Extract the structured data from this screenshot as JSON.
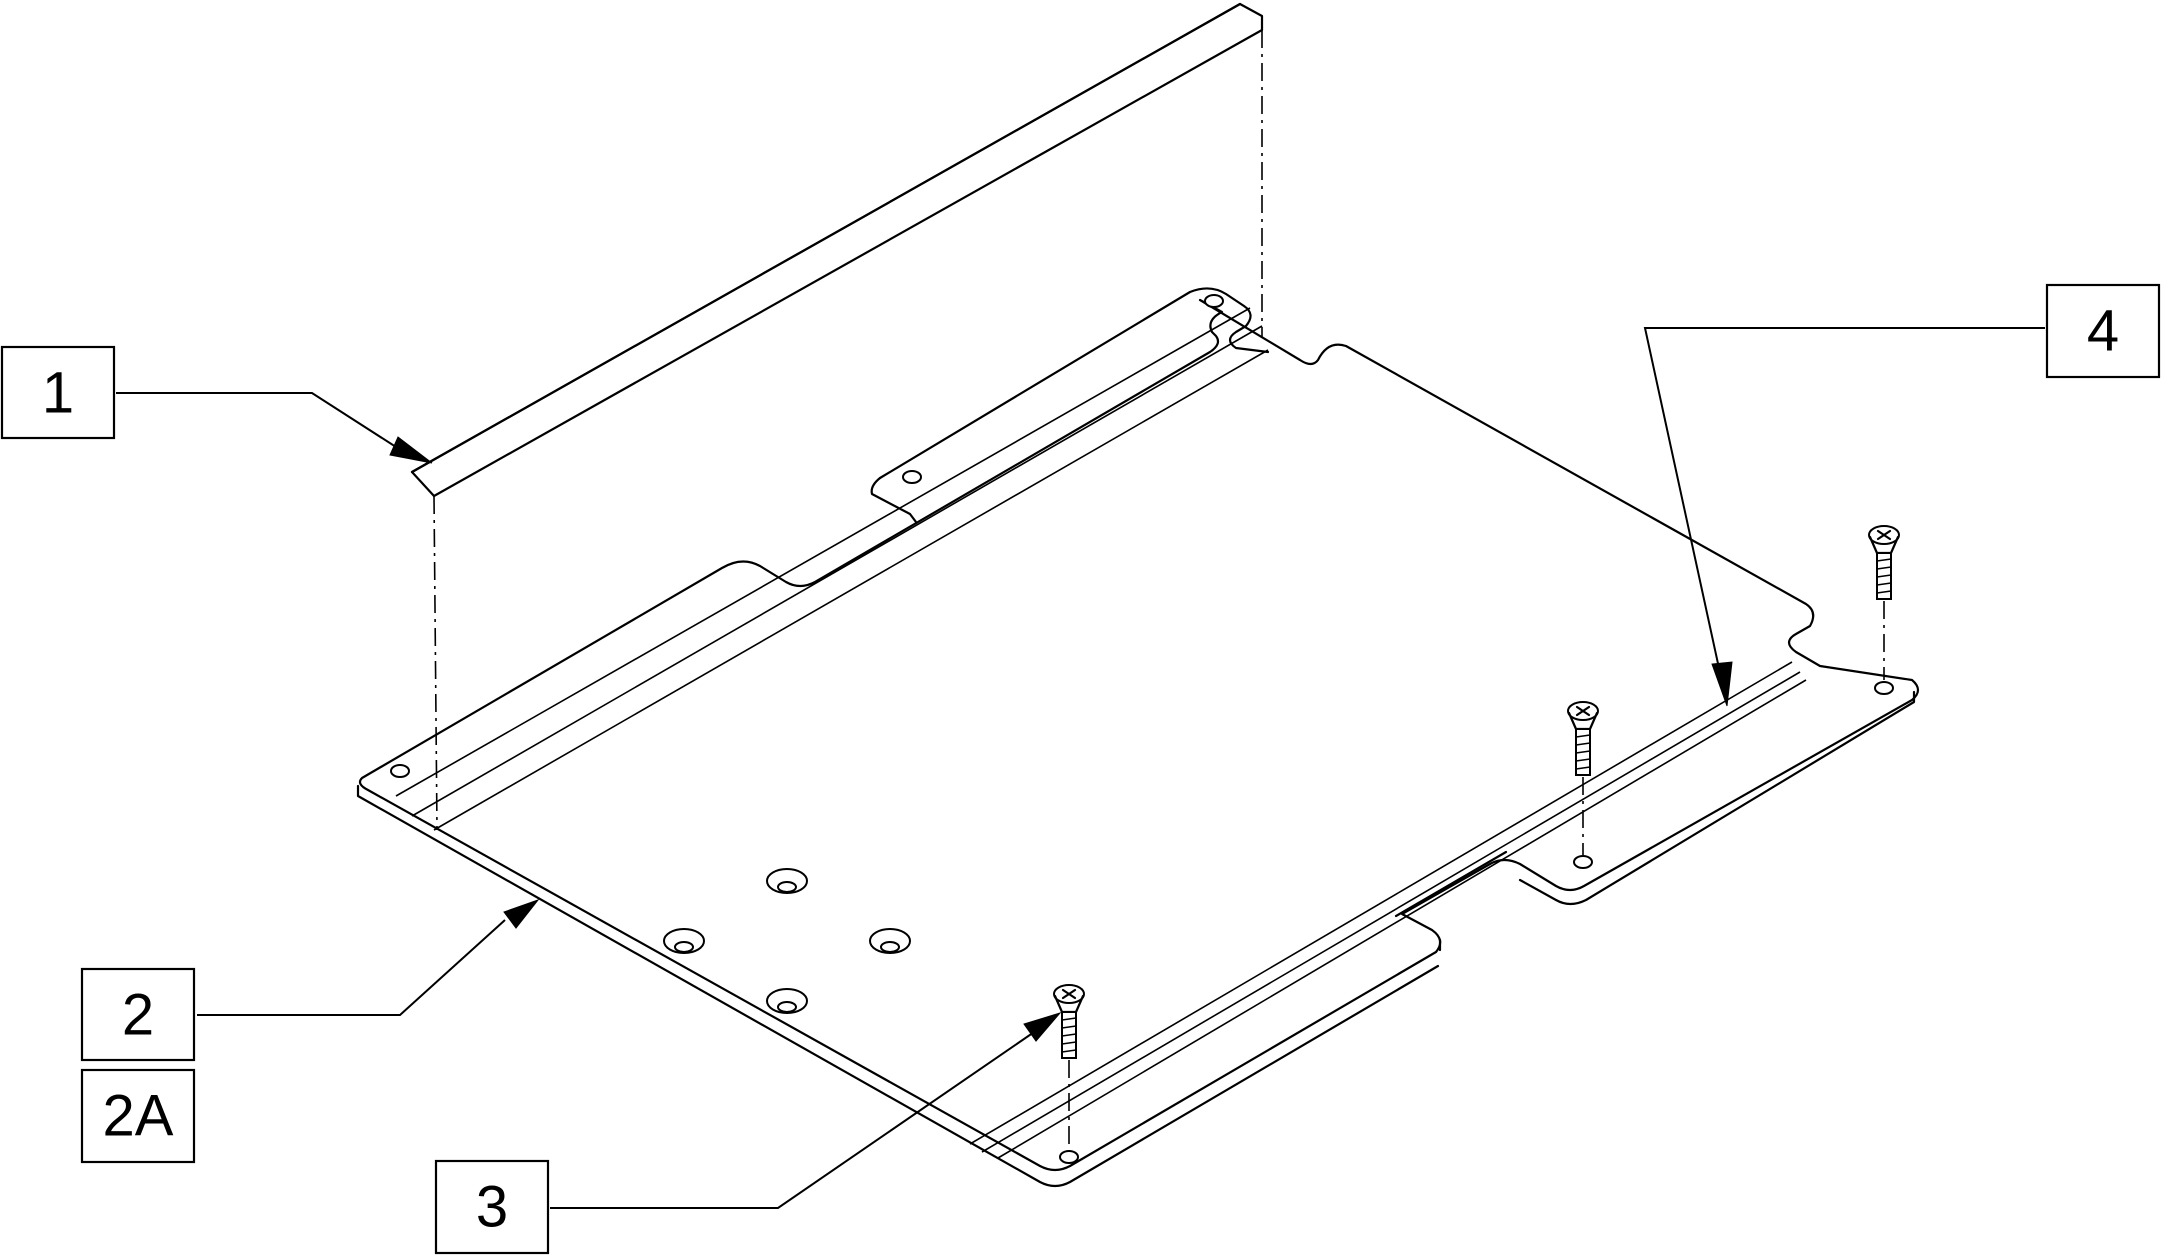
{
  "callouts": [
    {
      "id": "1",
      "label": "1"
    },
    {
      "id": "2",
      "label": "2"
    },
    {
      "id": "2a",
      "label": "2A"
    },
    {
      "id": "3",
      "label": "3"
    },
    {
      "id": "4",
      "label": "4"
    }
  ]
}
